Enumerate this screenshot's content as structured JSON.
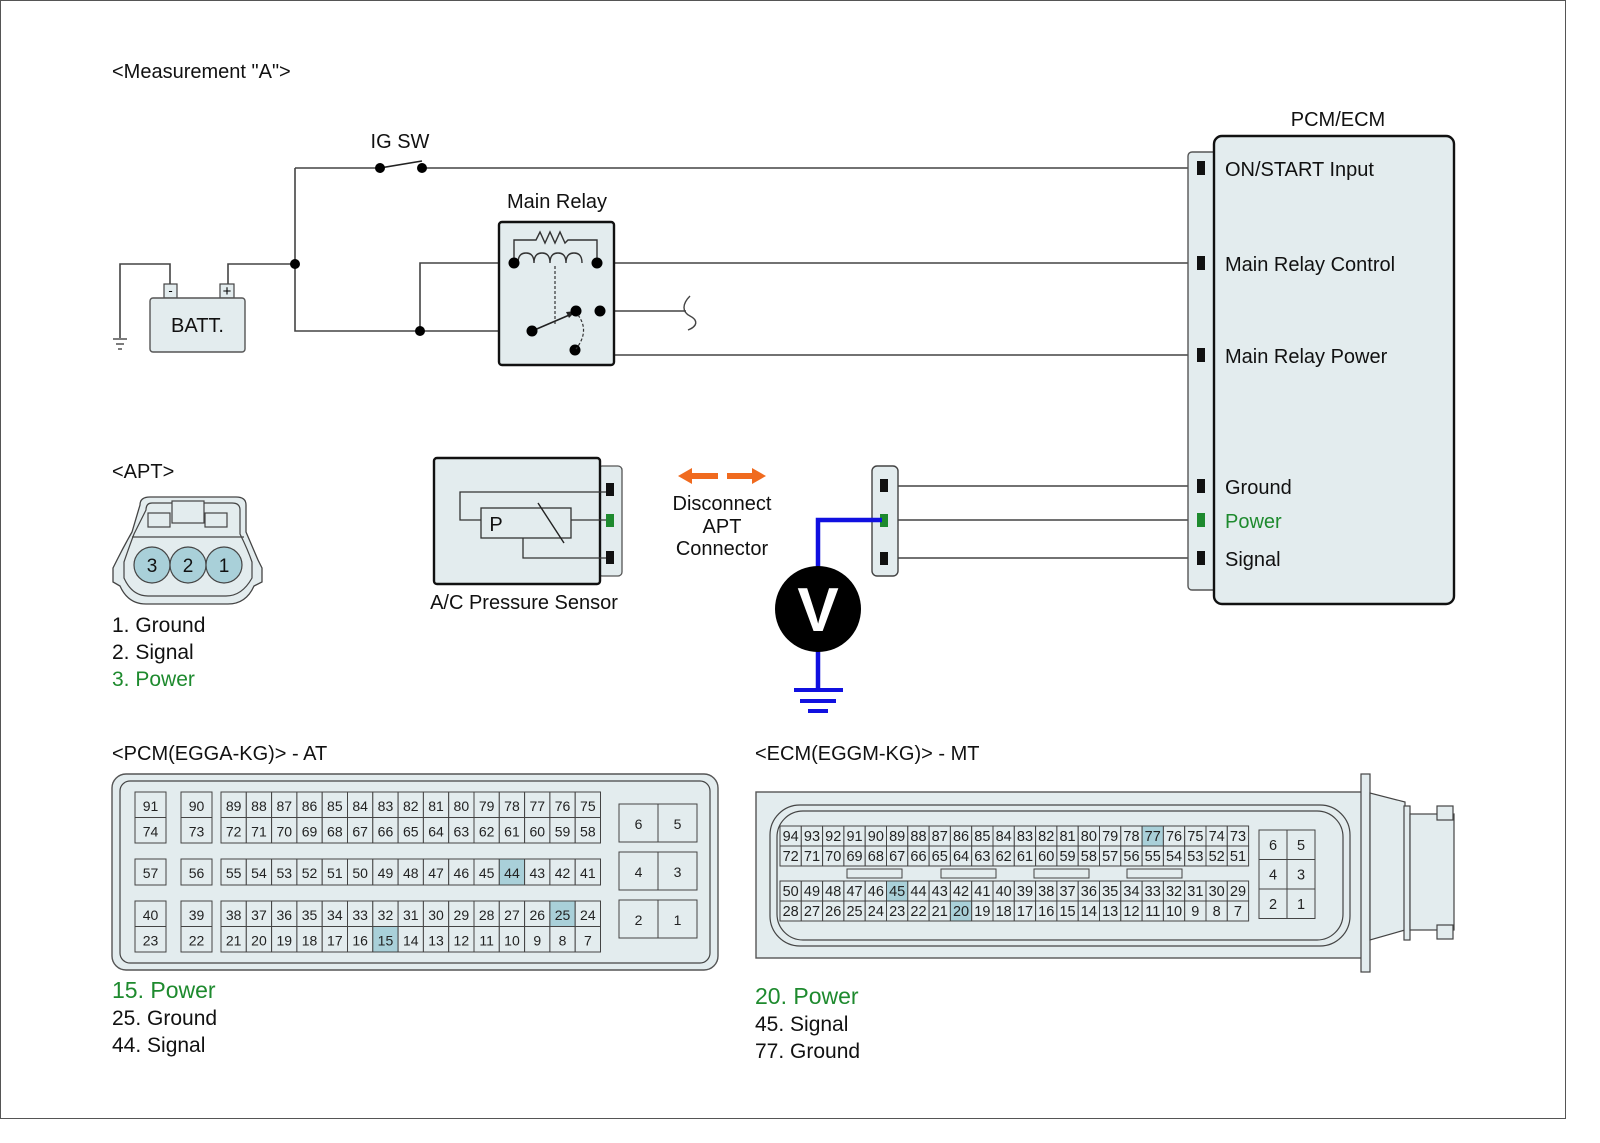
{
  "title": "<Measurement \"A\">",
  "colors": {
    "body_fill": "#e3ecee",
    "pin_highlight": "#a9d0d9",
    "power_green": "#1e8a2e",
    "probe_blue": "#1010e0",
    "arrow_orange": "#f06a1e",
    "wire": "#444444"
  },
  "circuit": {
    "ig_sw_label": "IG SW",
    "main_relay_label": "Main Relay",
    "battery_label": "BATT.",
    "battery_neg": "-",
    "battery_pos": "+",
    "pcm_title": "PCM/ECM",
    "pcm_terminals": [
      {
        "label": "ON/START Input",
        "highlight": false
      },
      {
        "label": "Main Relay Control",
        "highlight": false
      },
      {
        "label": "Main Relay Power",
        "highlight": false
      },
      {
        "label": "Ground",
        "highlight": false
      },
      {
        "label": "Power",
        "highlight": true
      },
      {
        "label": "Signal",
        "highlight": false
      }
    ]
  },
  "sensor": {
    "label": "A/C Pressure Sensor",
    "element_label": "P"
  },
  "disconnect": {
    "line1": "Disconnect",
    "line2": "APT",
    "line3": "Connector"
  },
  "voltmeter": {
    "symbol": "V"
  },
  "apt": {
    "title": "<APT>",
    "pins": [
      "3",
      "2",
      "1"
    ],
    "legend": [
      {
        "text": "1. Ground",
        "highlight": false
      },
      {
        "text": "2. Signal",
        "highlight": false
      },
      {
        "text": "3. Power",
        "highlight": true
      }
    ]
  },
  "pcm_connector": {
    "title": "<PCM(EGGA-KG)> - AT",
    "single_cols": [
      [
        "91",
        "74"
      ],
      [
        "90",
        "73"
      ]
    ],
    "single_mid": [
      "57",
      "56"
    ],
    "single_bot": [
      [
        "40",
        "23"
      ],
      [
        "39",
        "22"
      ]
    ],
    "top_rows": [
      [
        "89",
        "88",
        "87",
        "86",
        "85",
        "84",
        "83",
        "82",
        "81",
        "80",
        "79",
        "78",
        "77",
        "76",
        "75"
      ],
      [
        "72",
        "71",
        "70",
        "69",
        "68",
        "67",
        "66",
        "65",
        "64",
        "63",
        "62",
        "61",
        "60",
        "59",
        "58"
      ]
    ],
    "mid_row": [
      "55",
      "54",
      "53",
      "52",
      "51",
      "50",
      "49",
      "48",
      "47",
      "46",
      "45",
      "44",
      "43",
      "42",
      "41"
    ],
    "bot_rows": [
      [
        "38",
        "37",
        "36",
        "35",
        "34",
        "33",
        "32",
        "31",
        "30",
        "29",
        "28",
        "27",
        "26",
        "25",
        "24"
      ],
      [
        "21",
        "20",
        "19",
        "18",
        "17",
        "16",
        "15",
        "14",
        "13",
        "12",
        "11",
        "10",
        "9",
        "8",
        "7"
      ]
    ],
    "power_pins": [
      [
        "6",
        "5"
      ],
      [
        "4",
        "3"
      ],
      [
        "2",
        "1"
      ]
    ],
    "highlighted": [
      "15",
      "25",
      "44"
    ],
    "legend": [
      {
        "text": "15. Power",
        "highlight": true
      },
      {
        "text": "25. Ground",
        "highlight": false
      },
      {
        "text": "44. Signal",
        "highlight": false
      }
    ]
  },
  "ecm_connector": {
    "title": "<ECM(EGGM-KG)> - MT",
    "top_rows": [
      [
        "94",
        "93",
        "92",
        "91",
        "90",
        "89",
        "88",
        "87",
        "86",
        "85",
        "84",
        "83",
        "82",
        "81",
        "80",
        "79",
        "78",
        "77",
        "76",
        "75",
        "74",
        "73"
      ],
      [
        "72",
        "71",
        "70",
        "69",
        "68",
        "67",
        "66",
        "65",
        "64",
        "63",
        "62",
        "61",
        "60",
        "59",
        "58",
        "57",
        "56",
        "55",
        "54",
        "53",
        "52",
        "51"
      ]
    ],
    "bot_rows": [
      [
        "50",
        "49",
        "48",
        "47",
        "46",
        "45",
        "44",
        "43",
        "42",
        "41",
        "40",
        "39",
        "38",
        "37",
        "36",
        "35",
        "34",
        "33",
        "32",
        "31",
        "30",
        "29"
      ],
      [
        "28",
        "27",
        "26",
        "25",
        "24",
        "23",
        "22",
        "21",
        "20",
        "19",
        "18",
        "17",
        "16",
        "15",
        "14",
        "13",
        "12",
        "11",
        "10",
        "9",
        "8",
        "7"
      ]
    ],
    "power_pins": [
      [
        "6",
        "5"
      ],
      [
        "4",
        "3"
      ],
      [
        "2",
        "1"
      ]
    ],
    "highlighted": [
      "20",
      "45",
      "77"
    ],
    "legend": [
      {
        "text": "20. Power",
        "highlight": true
      },
      {
        "text": "45. Signal",
        "highlight": false
      },
      {
        "text": "77. Ground",
        "highlight": false
      }
    ]
  }
}
